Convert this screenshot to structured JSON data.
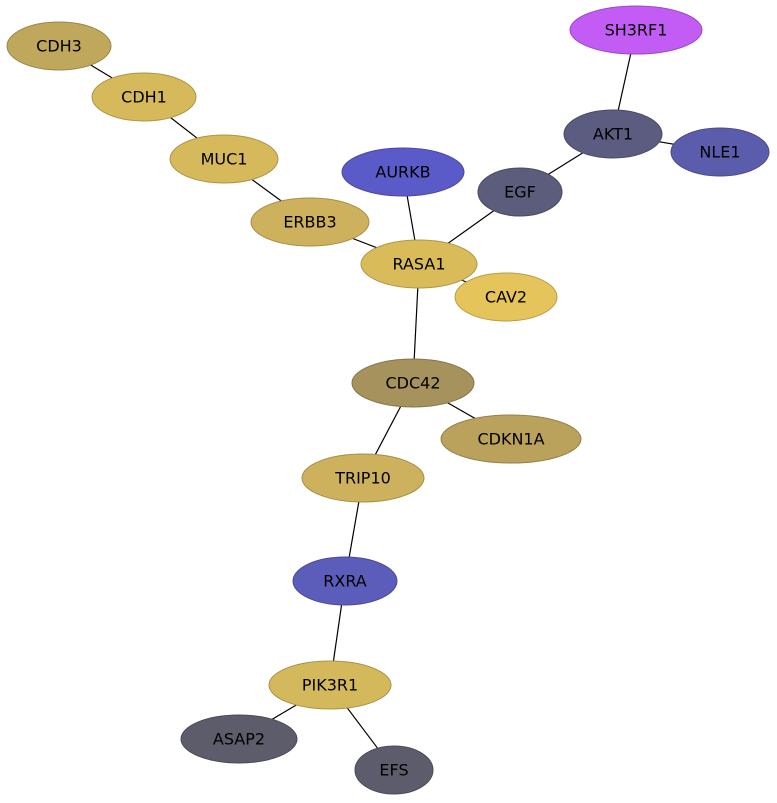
{
  "nodes": [
    {
      "id": "CDH3",
      "label": "CDH3",
      "color": "#bfa75c"
    },
    {
      "id": "CDH1",
      "label": "CDH1",
      "color": "#d5b95a"
    },
    {
      "id": "MUC1",
      "label": "MUC1",
      "color": "#d5b95a"
    },
    {
      "id": "ERBB3",
      "label": "ERBB3",
      "color": "#ceb15c"
    },
    {
      "id": "AURKB",
      "label": "AURKB",
      "color": "#5a5ac8"
    },
    {
      "id": "RASA1",
      "label": "RASA1",
      "color": "#d9bb5a"
    },
    {
      "id": "CAV2",
      "label": "CAV2",
      "color": "#e6c45c"
    },
    {
      "id": "SH3RF1",
      "label": "SH3RF1",
      "color": "#c25cf5"
    },
    {
      "id": "AKT1",
      "label": "AKT1",
      "color": "#5c5c80"
    },
    {
      "id": "NLE1",
      "label": "NLE1",
      "color": "#5c5cac"
    },
    {
      "id": "EGF",
      "label": "EGF",
      "color": "#5c5c7c"
    },
    {
      "id": "CDC42",
      "label": "CDC42",
      "color": "#a6925c"
    },
    {
      "id": "CDKN1A",
      "label": "CDKN1A",
      "color": "#baa25c"
    },
    {
      "id": "TRIP10",
      "label": "TRIP10",
      "color": "#cdb15c"
    },
    {
      "id": "RXRA",
      "label": "RXRA",
      "color": "#5c5cba"
    },
    {
      "id": "PIK3R1",
      "label": "PIK3R1",
      "color": "#d3b85c"
    },
    {
      "id": "ASAP2",
      "label": "ASAP2",
      "color": "#5c5c6a"
    },
    {
      "id": "EFS",
      "label": "EFS",
      "color": "#5c5c6c"
    }
  ],
  "edges": [
    [
      "CDH3",
      "CDH1"
    ],
    [
      "CDH1",
      "MUC1"
    ],
    [
      "MUC1",
      "ERBB3"
    ],
    [
      "ERBB3",
      "RASA1"
    ],
    [
      "AURKB",
      "RASA1"
    ],
    [
      "RASA1",
      "EGF"
    ],
    [
      "RASA1",
      "CAV2"
    ],
    [
      "RASA1",
      "CDC42"
    ],
    [
      "EGF",
      "AKT1"
    ],
    [
      "AKT1",
      "SH3RF1"
    ],
    [
      "AKT1",
      "NLE1"
    ],
    [
      "CDC42",
      "CDKN1A"
    ],
    [
      "CDC42",
      "TRIP10"
    ],
    [
      "TRIP10",
      "RXRA"
    ],
    [
      "RXRA",
      "PIK3R1"
    ],
    [
      "PIK3R1",
      "ASAP2"
    ],
    [
      "PIK3R1",
      "EFS"
    ]
  ]
}
